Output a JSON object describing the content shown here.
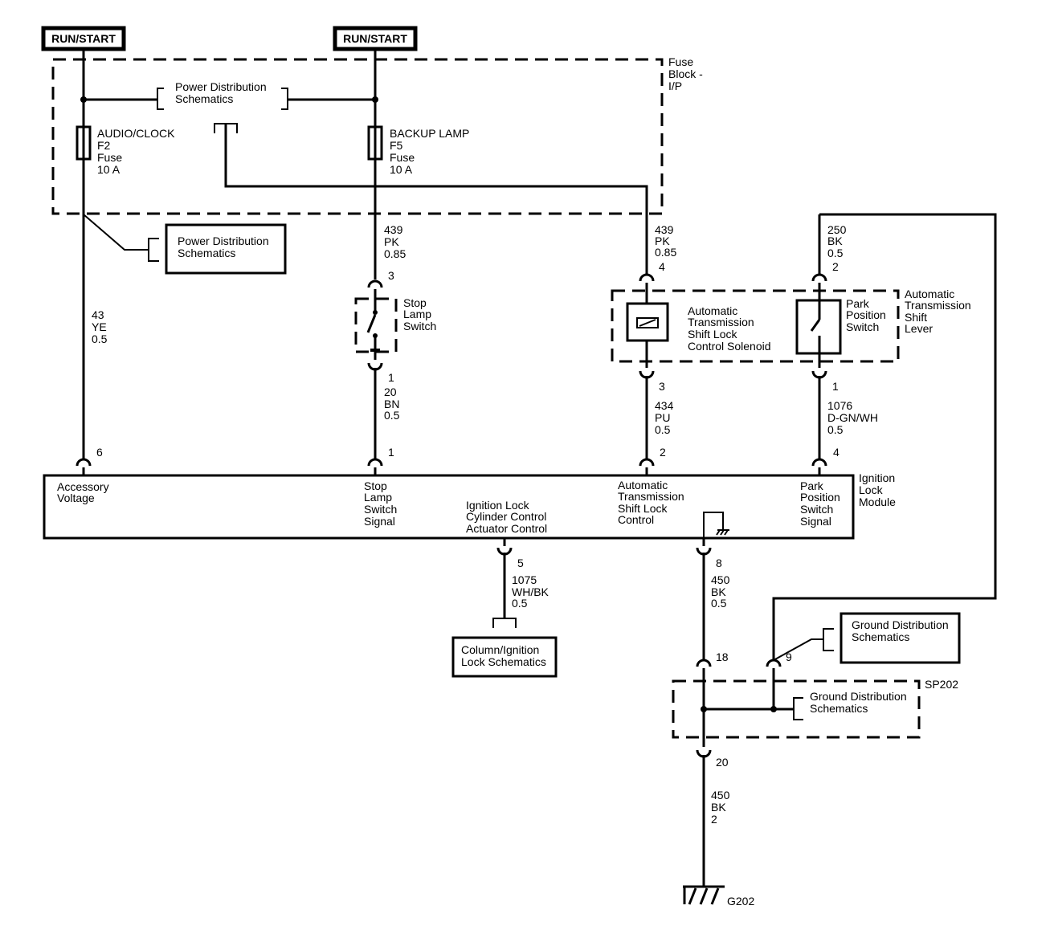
{
  "power": {
    "left": "RUN/START",
    "right": "RUN/START"
  },
  "fuse_block": {
    "label": [
      "Fuse",
      "Block -",
      "I/P"
    ],
    "power_dist": [
      "Power Distribution",
      "Schematics"
    ],
    "fuse_audio": [
      "AUDIO/CLOCK",
      "F2",
      "Fuse",
      "10 A"
    ],
    "fuse_backup": [
      "BACKUP LAMP",
      "F5",
      "Fuse",
      "10 A"
    ]
  },
  "power_dist_box": [
    "Power Distribution",
    "Schematics"
  ],
  "wires": {
    "w43": [
      "43",
      "YE",
      "0.5"
    ],
    "w439a": [
      "439",
      "PK",
      "0.85"
    ],
    "w439b": [
      "439",
      "PK",
      "0.85"
    ],
    "w250": [
      "250",
      "BK",
      "0.5"
    ],
    "w20": [
      "20",
      "BN",
      "0.5"
    ],
    "w434": [
      "434",
      "PU",
      "0.5"
    ],
    "w1076": [
      "1076",
      "D-GN/WH",
      "0.5"
    ],
    "w1075": [
      "1075",
      "WH/BK",
      "0.5"
    ],
    "w450a": [
      "450",
      "BK",
      "0.5"
    ],
    "w450b": [
      "450",
      "BK",
      "2"
    ]
  },
  "pins": {
    "stop_top": "3",
    "stop_bottom": "1",
    "solenoid_top": "4",
    "solenoid_bottom": "3",
    "park_top": "2",
    "park_bottom": "1",
    "ilm_accessory": "6",
    "ilm_stop": "1",
    "ilm_shift": "2",
    "ilm_park": "4",
    "ilm_actuator": "5",
    "ilm_ground": "8",
    "sp_in": "18",
    "sp_out": "20",
    "sp_ground": "9"
  },
  "stop_switch": [
    "Stop",
    "Lamp",
    "Switch"
  ],
  "shift_lever": {
    "label": [
      "Automatic",
      "Transmission",
      "Shift",
      "Lever"
    ],
    "solenoid": [
      "Automatic",
      "Transmission",
      "Shift Lock",
      "Control Solenoid"
    ],
    "park_switch": [
      "Park",
      "Position",
      "Switch"
    ]
  },
  "module": {
    "label": [
      "Ignition",
      "Lock",
      "Module"
    ],
    "accessory": [
      "Accessory",
      "Voltage"
    ],
    "stop_signal": [
      "Stop",
      "Lamp",
      "Switch",
      "Signal"
    ],
    "actuator": [
      "Ignition Lock",
      "Cylinder Control",
      "Actuator Control"
    ],
    "shift_control": [
      "Automatic",
      "Transmission",
      "Shift Lock",
      "Control"
    ],
    "park_signal": [
      "Park",
      "Position",
      "Switch",
      "Signal"
    ]
  },
  "column_lock": [
    "Column/Ignition",
    "Lock Schematics"
  ],
  "ground_dist_upper": [
    "Ground Distribution",
    "Schematics"
  ],
  "ground_dist_splice": [
    "Ground Distribution",
    "Schematics"
  ],
  "splice": "SP202",
  "ground": "G202"
}
